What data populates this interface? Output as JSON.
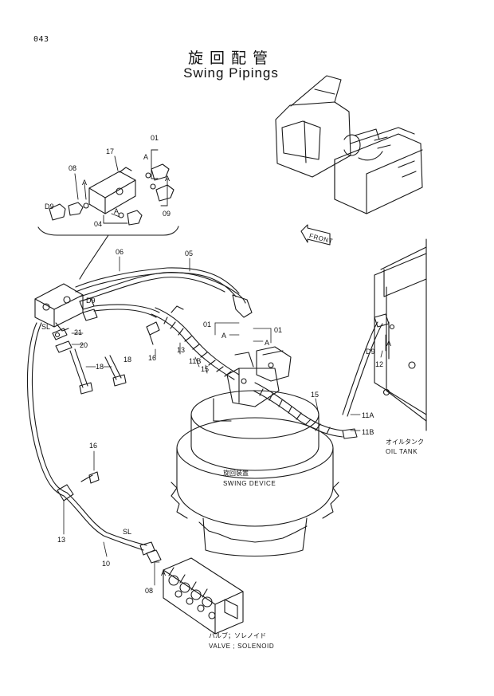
{
  "page_number": "043",
  "title_ja": "旋回配管",
  "title_en": "Swing Pipings",
  "front_label": "FRONT",
  "oil_tank": {
    "ja": "オイルタンク",
    "en": "OIL TANK"
  },
  "swing_device": {
    "ja": "旋回装置",
    "en": "SWING DEVICE"
  },
  "valve_solenoid": {
    "ja": "バルブ；ソレノイド",
    "en": "VALVE ; SOLENOID"
  },
  "part_labels": {
    "p01a": "01",
    "p01b": "01",
    "p01c": "01",
    "p04": "04",
    "p05": "05",
    "p06": "06",
    "p08a": "08",
    "p08b": "08",
    "p09": "09",
    "p10": "10",
    "p12": "12",
    "p13a": "13",
    "p13b": "13",
    "p15a": "15",
    "p15b": "15",
    "p16a": "16",
    "p16b": "16",
    "p17": "17",
    "p18a": "18",
    "p18b": "18",
    "p20": "20",
    "p21": "21",
    "p11a": "11A",
    "p11b_a": "11B",
    "p11b_b": "11B",
    "a1": "A",
    "a2": "A",
    "a3": "A",
    "a4": "A",
    "a5": "A",
    "a6": "A",
    "a7": "A",
    "a8": "A",
    "d9a": "D9",
    "d9b": "D9",
    "d9c": "D9",
    "sl1": "SL",
    "sl2": "SL"
  }
}
